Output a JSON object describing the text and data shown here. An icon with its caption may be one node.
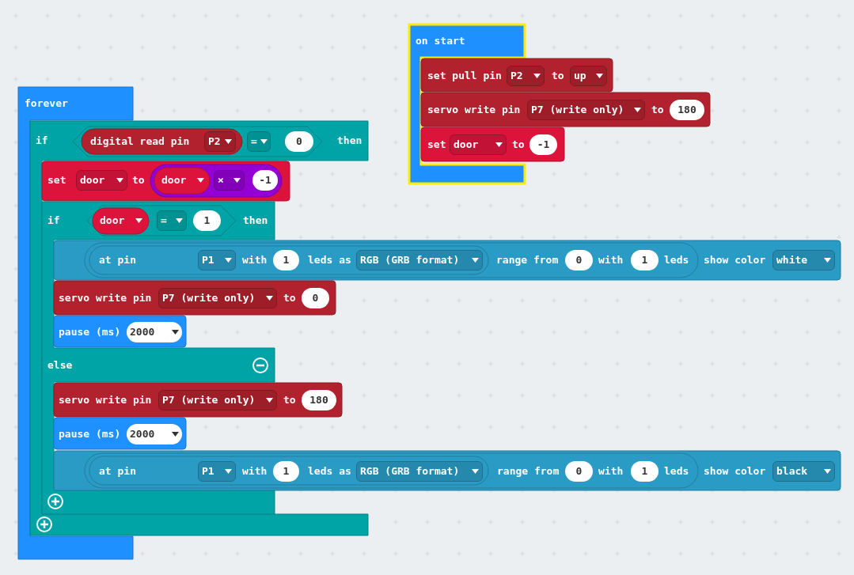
{
  "diagram": {
    "nodes": [
      {
        "text": [
          "on start"
        ]
      },
      {
        "text": [
          "set pull pin",
          "P2",
          "to",
          "up"
        ]
      },
      {
        "text": [
          "servo write pin",
          "P7 (write only)",
          "to",
          "180"
        ]
      },
      {
        "text": [
          "set",
          "door",
          "to",
          "-1"
        ]
      },
      {
        "text": [
          "forever"
        ]
      },
      {
        "text": [
          "if",
          "then"
        ]
      },
      {
        "text": [
          "=",
          "0"
        ],
        "in": 5
      },
      {
        "text": [
          "digital read pin",
          "P2"
        ],
        "in": 6
      },
      {
        "text": [
          "set",
          "door",
          "to"
        ],
        "in": 5
      },
      {
        "text": [
          "×",
          "-1"
        ],
        "in": 8
      },
      {
        "text": [
          "door"
        ],
        "in": 9
      },
      {
        "text": [
          "if",
          "then",
          "else"
        ],
        "in": 5
      },
      {
        "text": [
          "=",
          "1"
        ],
        "in": 11
      },
      {
        "text": [
          "door"
        ],
        "in": 12
      },
      {
        "text": [
          "show color",
          "white"
        ]
      },
      {
        "text": [
          "range from",
          "0",
          "with",
          "1",
          "leds"
        ],
        "in": 14
      },
      {
        "text": [
          "at pin",
          "P1",
          "with",
          "1",
          "leds as",
          "RGB (GRB format)"
        ],
        "in": 15
      },
      {
        "text": [
          "servo write pin",
          "P7 (write only)",
          "to",
          "0"
        ]
      },
      {
        "text": [
          "pause (ms)",
          "2000"
        ],
        "in": 11
      },
      {
        "text": [
          "servo write pin",
          "P7 (write only)",
          "to",
          "180"
        ]
      },
      {
        "text": [
          "pause (ms)",
          "2000"
        ],
        "in": 11
      },
      {
        "text": [
          "show color",
          "black"
        ]
      },
      {
        "text": [
          "range from",
          "0",
          "with",
          "1",
          "leds"
        ],
        "in": 21
      },
      {
        "text": [
          "at pin",
          "P1",
          "with",
          "1",
          "leds as",
          "RGB (GRB format)"
        ],
        "in": 22
      }
    ],
    "edges": []
  }
}
